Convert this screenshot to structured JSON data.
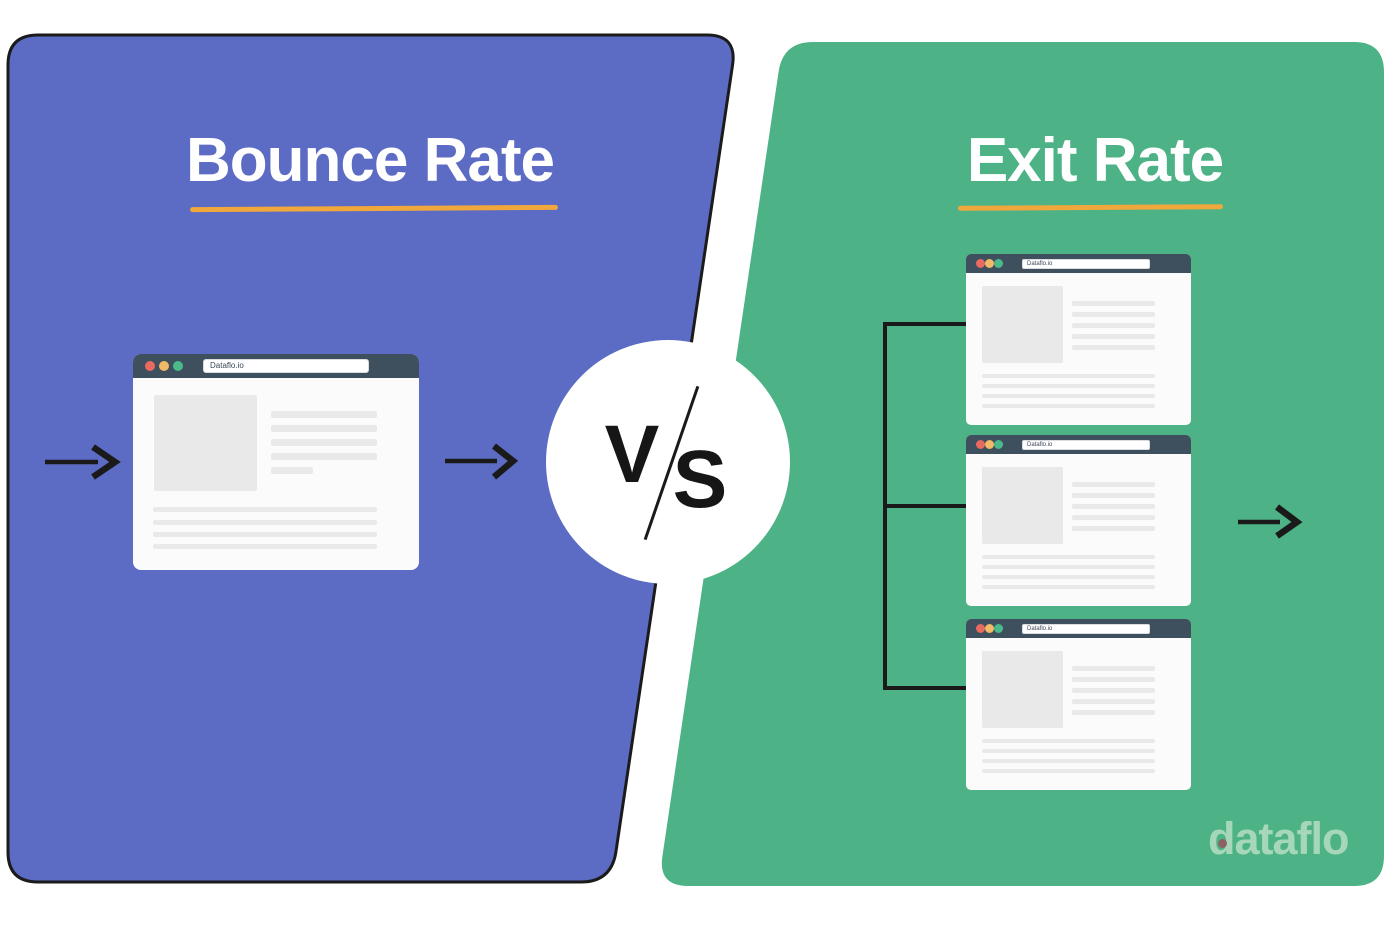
{
  "vs_badge": {
    "left_letter": "V",
    "right_letter": "S"
  },
  "bounce_panel": {
    "title": "Bounce Rate",
    "color": "#5c6bc3",
    "underline_color": "#f0a73c",
    "browser": {
      "url_text": "Dataflo.io"
    }
  },
  "exit_panel": {
    "title": "Exit Rate",
    "color": "#4db386",
    "underline_color": "#f0a73c",
    "browsers": [
      {
        "url_text": "Dataflo.io"
      },
      {
        "url_text": "Dataflo.io"
      },
      {
        "url_text": "Dataflo.io"
      }
    ],
    "logo_text": "dataflo"
  },
  "colors": {
    "background": "#ffffff",
    "panel_outline": "#1b1b1b",
    "browser_chrome": "#3e4f5e",
    "traffic_red": "#e96a60",
    "traffic_yellow": "#f0ba66",
    "traffic_green": "#4bba8b",
    "placeholder_gray": "#e9e9e9",
    "line_art_black": "#1a1a1a",
    "logo_green": "#a6d7bb",
    "logo_dot_maroon": "#8d6165"
  }
}
